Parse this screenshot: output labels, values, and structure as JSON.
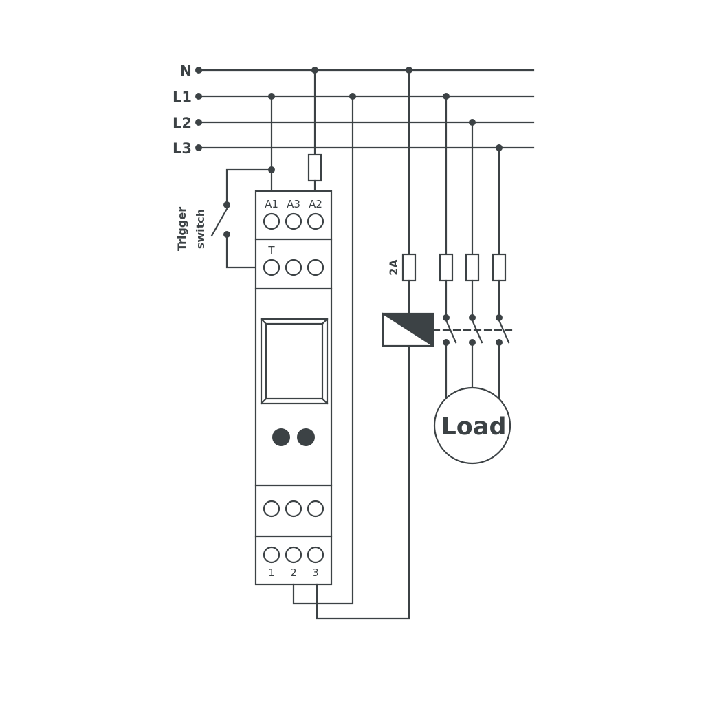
{
  "bus": {
    "n": "N",
    "l1": "L1",
    "l2": "L2",
    "l3": "L3"
  },
  "relay": {
    "top_terminals": {
      "a1": "A1",
      "a3": "A3",
      "a2": "A2"
    },
    "trigger_terminal": "T",
    "bottom_terminals": {
      "t1": "1",
      "t2": "2",
      "t3": "3"
    }
  },
  "trigger_switch": {
    "line1": "Trigger",
    "line2": "switch"
  },
  "contactor_fuse": "2A",
  "load": "Load",
  "colors": {
    "ink": "#3c4245",
    "background": "#ffffff"
  }
}
